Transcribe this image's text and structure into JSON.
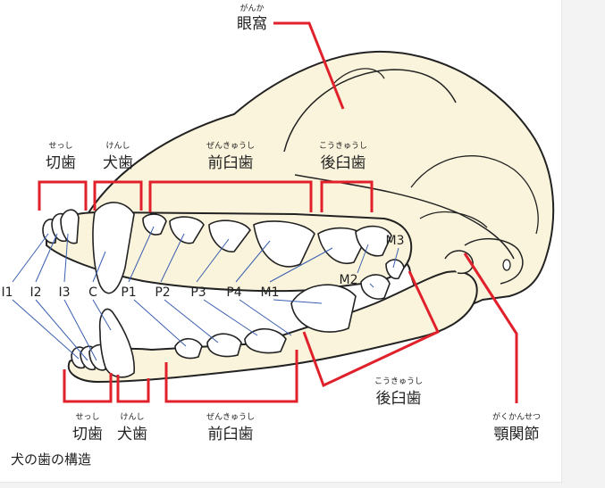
{
  "colors": {
    "bone": "#fbf4dc",
    "outline": "#222222",
    "accent": "#e0212b",
    "blueLine": "#3a5fb0"
  },
  "labels": {
    "orbit": {
      "ruby": "がんか",
      "text": "眼窩"
    },
    "upper_incisor": {
      "ruby": "せっし",
      "text": "切歯"
    },
    "upper_canine": {
      "ruby": "けんし",
      "text": "犬歯"
    },
    "upper_premolar": {
      "ruby": "ぜんきゅうし",
      "text": "前臼歯"
    },
    "upper_molar": {
      "ruby": "こうきゅうし",
      "text": "後臼歯"
    },
    "lower_molar": {
      "ruby": "こうきゅうし",
      "text": "後臼歯"
    },
    "lower_incisor": {
      "ruby": "せっし",
      "text": "切歯"
    },
    "lower_canine": {
      "ruby": "けんし",
      "text": "犬歯"
    },
    "lower_premolar": {
      "ruby": "ぜんきゅうし",
      "text": "前臼歯"
    },
    "tmj": {
      "ruby": "がくかんせつ",
      "text": "顎関節"
    }
  },
  "teeth": {
    "i1": "I1",
    "i2": "I2",
    "i3": "I3",
    "c": "C",
    "p1": "P1",
    "p2": "P2",
    "p3": "P3",
    "p4": "P4",
    "m1": "M1",
    "m2": "M2",
    "m3": "M3"
  },
  "caption": "犬の歯の構造"
}
